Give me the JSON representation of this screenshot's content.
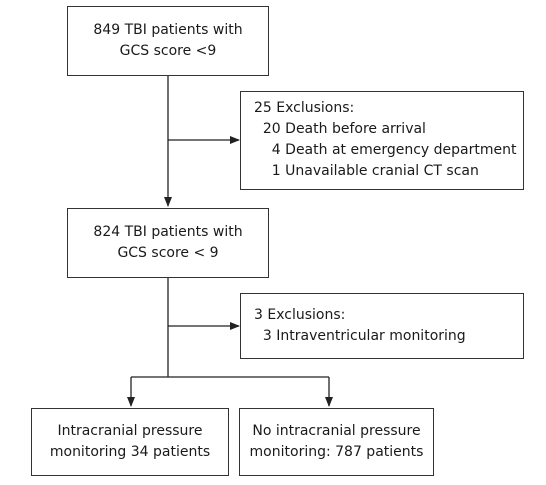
{
  "boxes": {
    "start": {
      "lines": [
        "849 TBI patients with",
        "GCS score <9"
      ]
    },
    "exclusions_1": {
      "title": "25 Exclusions:",
      "items": [
        "  20 Death before arrival",
        "    4 Death at emergency department",
        "    1 Unavailable cranial CT scan"
      ]
    },
    "middle": {
      "lines": [
        "824 TBI patients with",
        "GCS score < 9"
      ]
    },
    "exclusions_2": {
      "title": "3 Exclusions:",
      "items": [
        "  3 Intraventricular monitoring"
      ]
    },
    "outcome_left": {
      "lines": [
        "Intracranial pressure",
        "monitoring 34 patients"
      ]
    },
    "outcome_right": {
      "lines": [
        "No intracranial pressure",
        "monitoring: 787 patients"
      ]
    }
  }
}
